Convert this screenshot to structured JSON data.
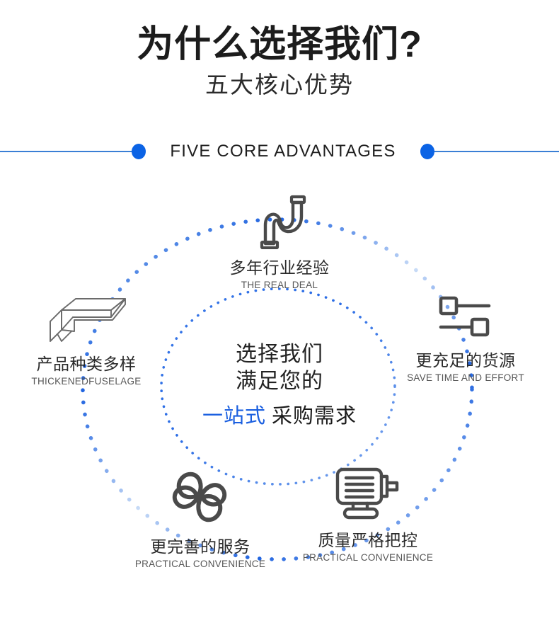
{
  "header": {
    "title_main": "为什么选择我们?",
    "title_sub": "五大核心优势"
  },
  "divider": {
    "text": "FIVE CORE ADVANTAGES",
    "line_color": "#3a7fd5",
    "dot_color": "#0b63e5"
  },
  "center": {
    "line1": "选择我们",
    "line2": "满足您的",
    "highlight": "一站式",
    "tail": "采购需求",
    "highlight_color": "#1a5fe0"
  },
  "nodes": [
    {
      "id": "top",
      "icon": "pipe-trap-icon",
      "cn": "多年行业经验",
      "en": "THE REAL DEAL"
    },
    {
      "id": "left",
      "icon": "angle-bar-icon",
      "cn": "产品种类多样",
      "en": "THICKENEDFUSELAGE"
    },
    {
      "id": "right",
      "icon": "sliders-icon",
      "cn": "更充足的货源",
      "en": "SAVE TIME AND EFFORT"
    },
    {
      "id": "bottom-left",
      "icon": "fan-blades-icon",
      "cn": "更完善的服务",
      "en": "PRACTICAL CONVENIENCE"
    },
    {
      "id": "bottom-right",
      "icon": "electric-motor-icon",
      "cn": "质量严格把控",
      "en": "PRACTICAL CONVENIENCE"
    }
  ],
  "colors": {
    "accent_blue": "#0b63e5",
    "icon_gray": "#4a4a4a",
    "text_dark": "#232323"
  }
}
